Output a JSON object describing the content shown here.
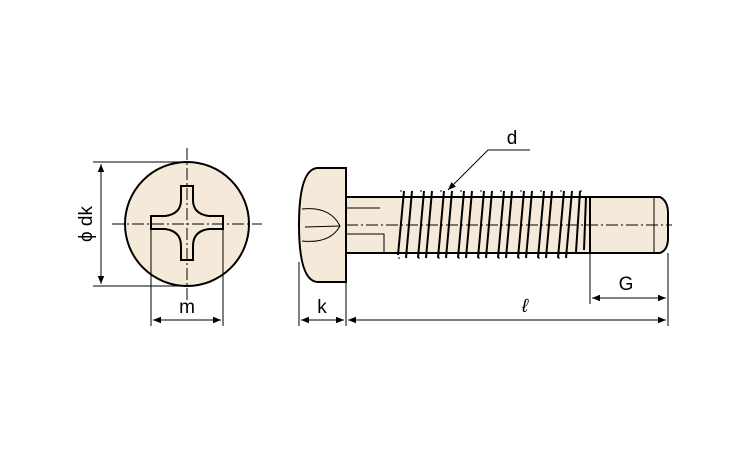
{
  "drawing": {
    "labels": {
      "head_diameter": "ϕ dk",
      "recess_width": "m",
      "head_height": "k",
      "length": "ℓ",
      "thread_diameter": "d",
      "point_length": "G"
    }
  }
}
